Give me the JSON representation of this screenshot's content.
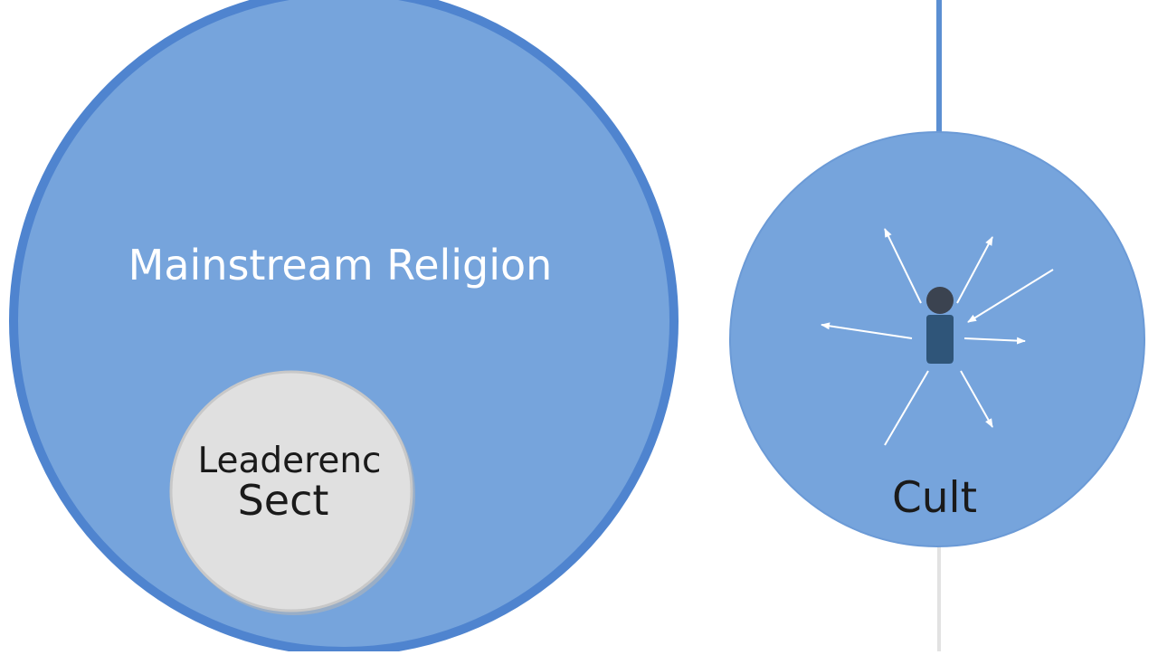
{
  "diagram": {
    "mainstream_label": "Mainstream Religion",
    "sect_label_line1": "Leaderenc",
    "sect_label_line2": "Sect",
    "cult_label": "Cult",
    "person_icon": "person-icon",
    "colors": {
      "background": "#ffffff",
      "circle_fill": "#76a4dc",
      "circle_stroke": "#4f84cf",
      "sect_fill": "#e0e0e0",
      "sect_stroke": "#c4c4c4",
      "person": "#2f5579",
      "person_head": "#3b4350",
      "arrow": "#ffffff",
      "line_top": "#5b8fd2",
      "line_bottom": "#e2e2e2"
    }
  }
}
